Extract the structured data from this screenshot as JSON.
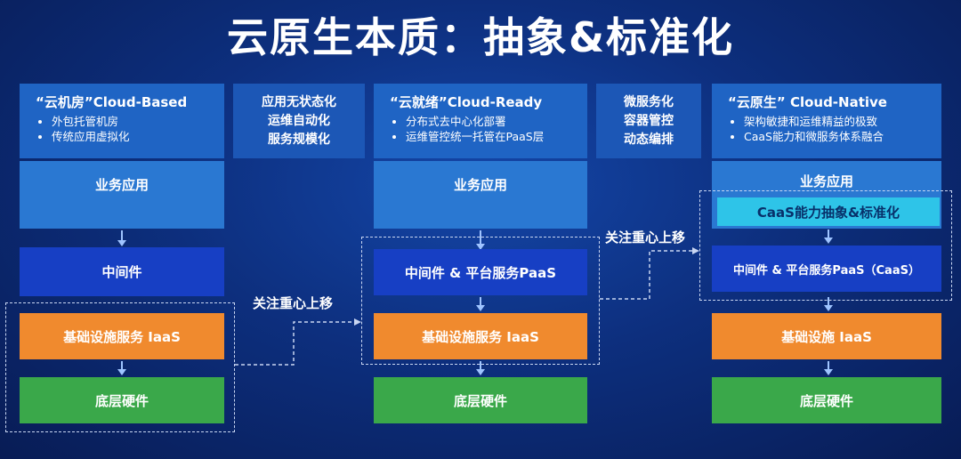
{
  "title": "云原生本质：抽象&标准化",
  "columns": [
    {
      "header_title": "“云机房”Cloud-Based",
      "bullets": [
        "外包托管机房",
        "传统应用虚拟化"
      ],
      "app": "业务应用",
      "middleware": "中间件",
      "iaas": "基础设施服务 IaaS",
      "hardware": "底层硬件"
    },
    {
      "header_title": "“云就绪”Cloud-Ready",
      "bullets": [
        "分布式去中心化部署",
        "运维管控统一托管在PaaS层"
      ],
      "app": "业务应用",
      "middleware": "中间件 & 平台服务PaaS",
      "iaas": "基础设施服务 IaaS",
      "hardware": "底层硬件"
    },
    {
      "header_title": "“云原生” Cloud-Native",
      "bullets": [
        "架构敏捷和运维精益的极致",
        "CaaS能力和微服务体系融合"
      ],
      "app": "业务应用",
      "caas": "CaaS能力抽象&标准化",
      "middleware": "中间件 & 平台服务PaaS（CaaS）",
      "iaas": "基础设施 IaaS",
      "hardware": "底层硬件"
    }
  ],
  "transitions": [
    {
      "lines": [
        "应用无状态化",
        "运维自动化",
        "服务规模化"
      ]
    },
    {
      "lines": [
        "微服务化",
        "容器管控",
        "动态编排"
      ]
    }
  ],
  "shift_labels": [
    "关注重心上移",
    "关注重心上移"
  ],
  "colors": {
    "header": "#1f64c4",
    "app": "#2a78d2",
    "middleware": "#173fc4",
    "iaas": "#f08a2e",
    "hardware": "#3aa84a",
    "caas": "#2ec4e8"
  }
}
